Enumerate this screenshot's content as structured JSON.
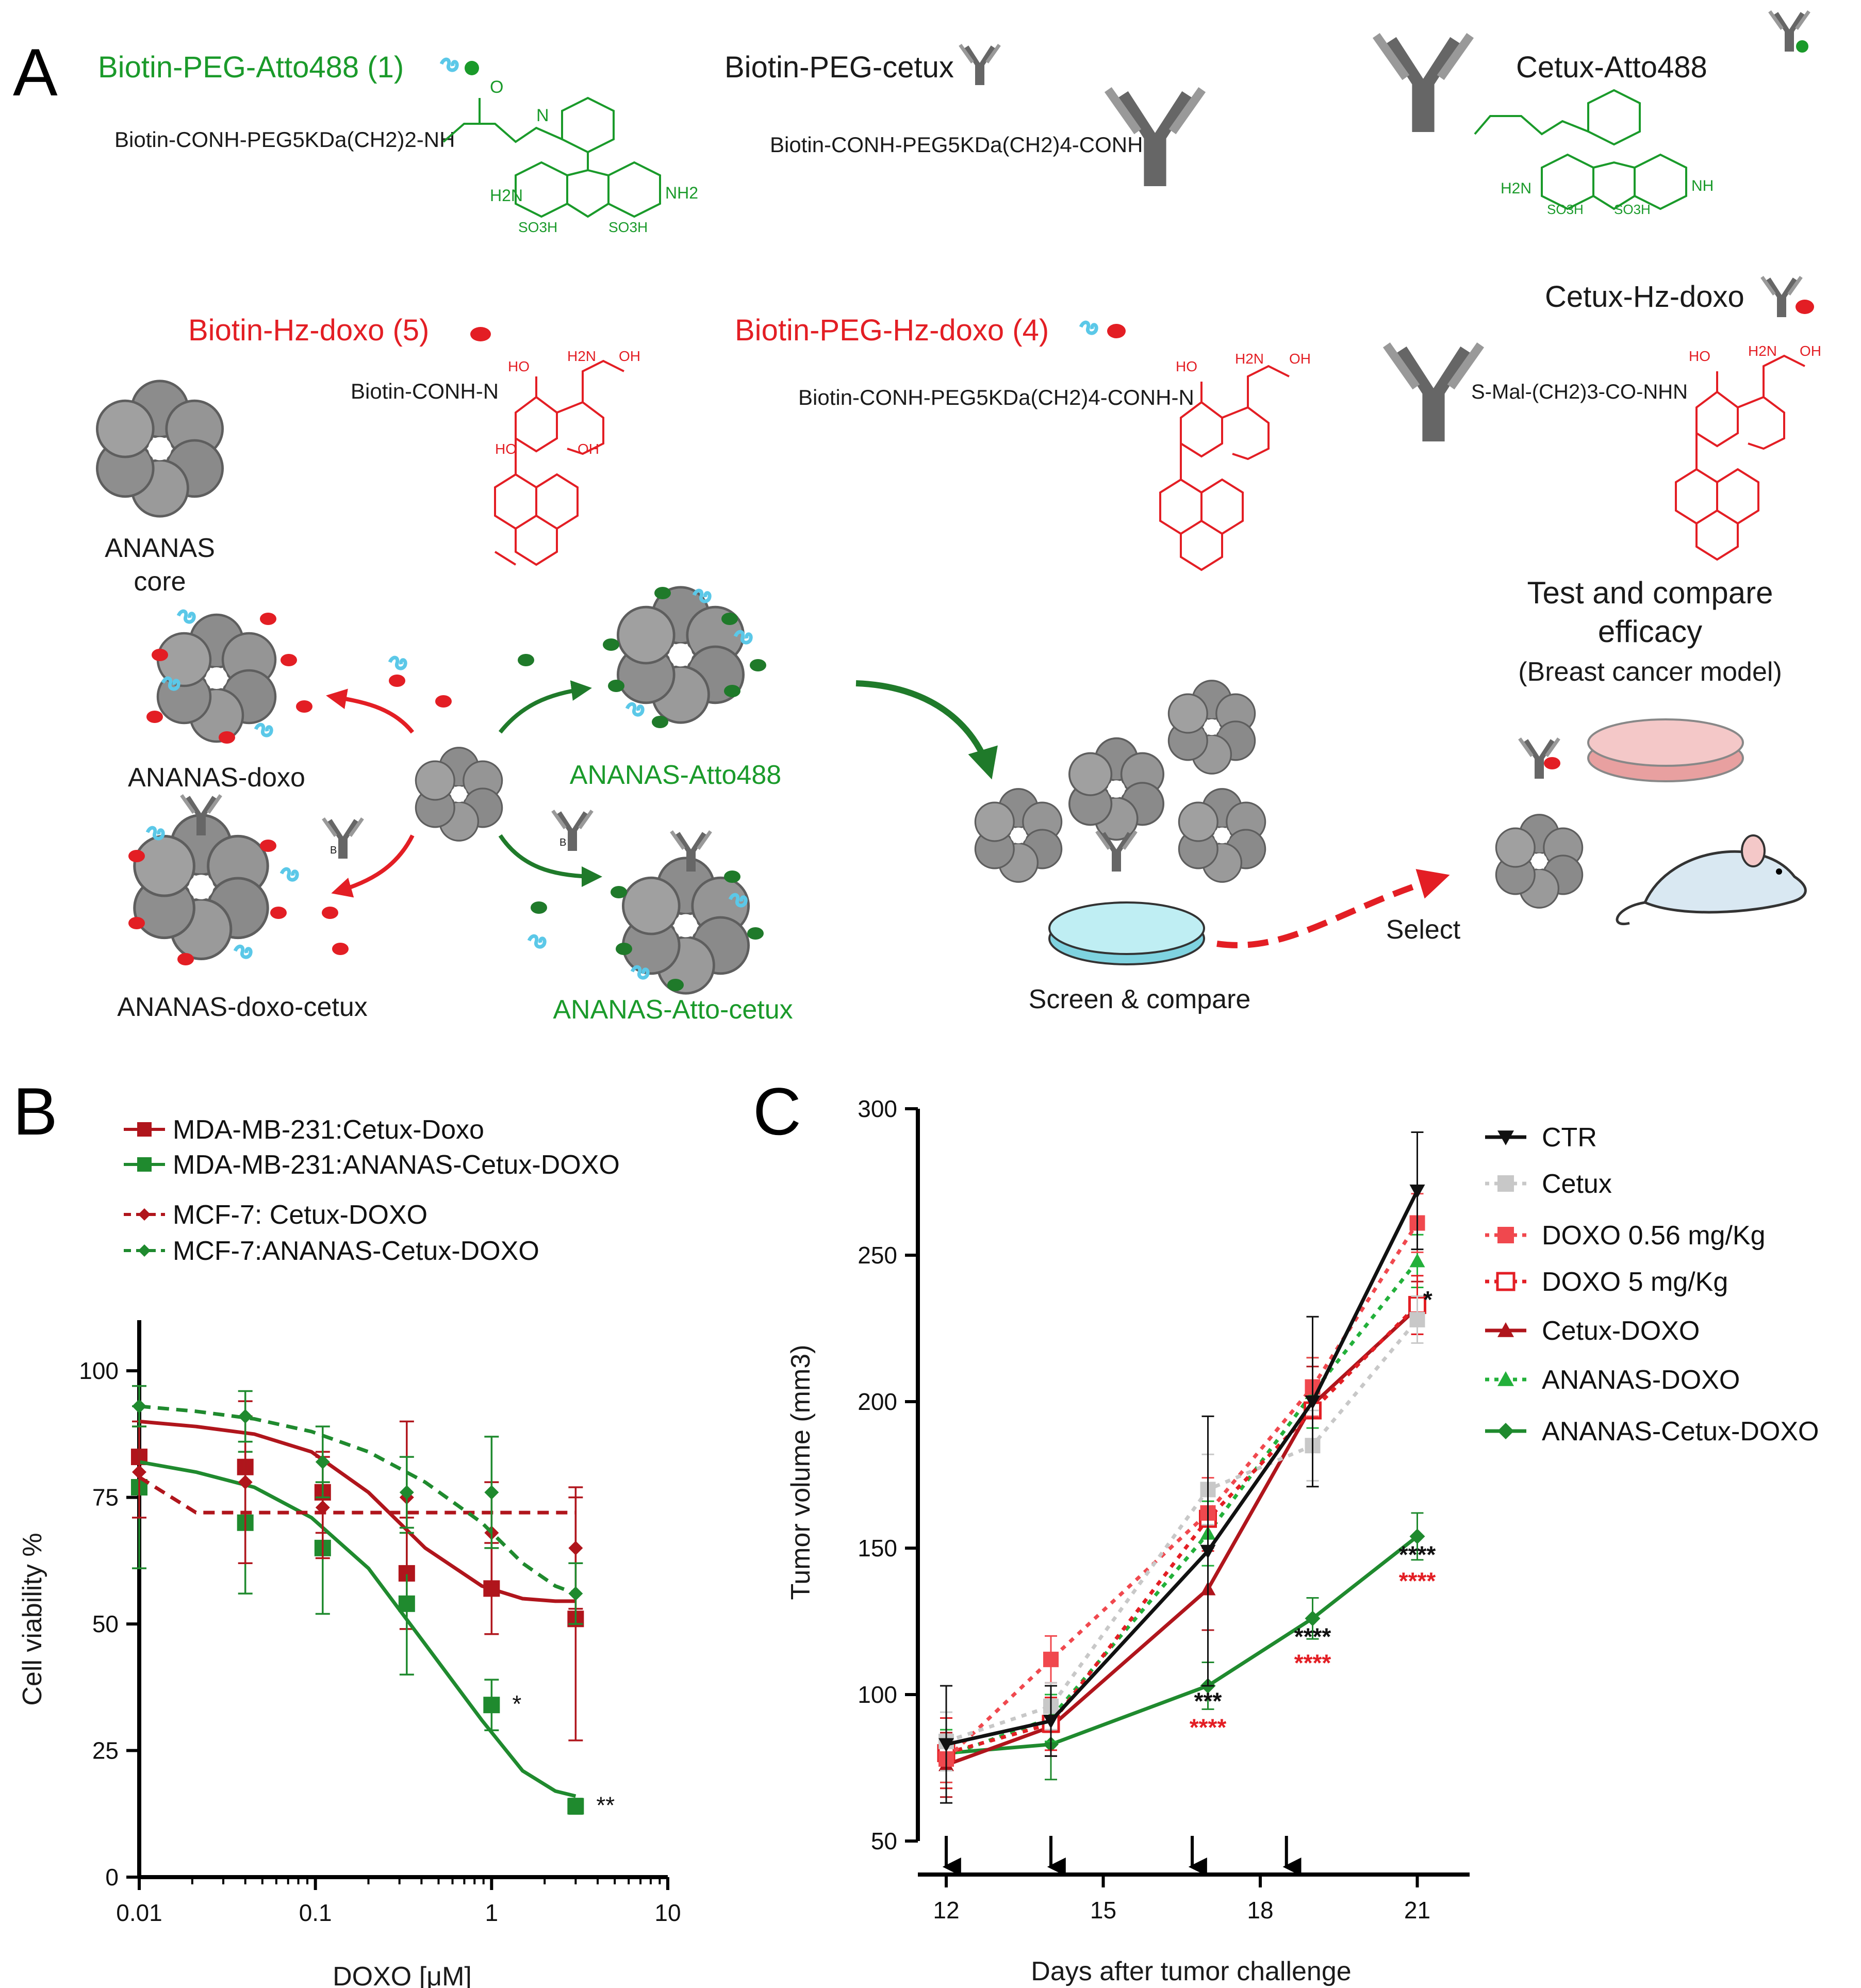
{
  "panels": {
    "a": "A",
    "b": "B",
    "c": "C"
  },
  "panel_a": {
    "reagents": {
      "biotin_peg_atto": "Biotin-PEG-Atto488 (1)",
      "biotin_peg_atto_formula": "Biotin-CONH-PEG5KDa(CH2)2-NH",
      "biotin_peg_cetux": "Biotin-PEG-cetux",
      "biotin_peg_cetux_formula": "Biotin-CONH-PEG5KDa(CH2)4-CONH",
      "cetux_atto": "Cetux-Atto488",
      "biotin_hz_doxo": "Biotin-Hz-doxo (5)",
      "biotin_hz_doxo_formula": "Biotin-CONH-N",
      "biotin_peg_hz_doxo": "Biotin-PEG-Hz-doxo (4)",
      "biotin_peg_hz_doxo_formula": "Biotin-CONH-PEG5KDa(CH2)4-CONH-N",
      "cetux_hz_doxo": "Cetux-Hz-doxo",
      "cetux_hz_doxo_formula": "S-Mal-(CH2)3-CO-NHN"
    },
    "chem_labels": {
      "nh2": "NH2",
      "h2n": "H2N",
      "so3h": "SO3H",
      "nh": "NH",
      "oh": "OH",
      "ho": "HO",
      "o": "O",
      "n": "N",
      "b": "B"
    },
    "nanoparticles": {
      "core": "ANANAS",
      "core_sub": "core",
      "doxo": "ANANAS-doxo",
      "doxo_cetux": "ANANAS-doxo-cetux",
      "atto": "ANANAS-Atto488",
      "atto_cetux": "ANANAS-Atto-cetux"
    },
    "workflow": {
      "screen": "Screen & compare",
      "select": "Select",
      "test_line1": "Test and compare",
      "test_line2": "efficacy",
      "test_line3": "(Breast cancer model)"
    },
    "colors": {
      "green": "#1a9a2a",
      "red": "#e31e24",
      "blue": "#5bc8e8",
      "grey": "#9a9a9a",
      "dish": "#7fd3e0",
      "mouse": "#d9e8f2"
    }
  },
  "chart_data": [
    {
      "type": "line",
      "scale_x": "log",
      "xlabel": "DOXO [μM]",
      "ylabel": "Cell viability %",
      "xlim": [
        0.01,
        10
      ],
      "ylim": [
        0,
        110
      ],
      "x_ticks": [
        "0.01",
        "0.1",
        "1",
        "10"
      ],
      "y_ticks": [
        "0",
        "25",
        "50",
        "75",
        "100"
      ],
      "legend_position": "top",
      "series": [
        {
          "name": "MDA-MB-231:Cetux-Doxo",
          "color": "#b0151c",
          "dash": false,
          "marker": "square",
          "x": [
            0.01,
            0.04,
            0.11,
            0.33,
            1,
            3
          ],
          "y": [
            83,
            81,
            76,
            60,
            57,
            51
          ],
          "err": [
            7,
            10,
            8,
            11,
            9,
            24
          ],
          "fit": [
            90,
            89,
            87.5,
            84,
            76,
            65,
            57.5,
            55,
            54.5,
            54.5
          ]
        },
        {
          "name": "MDA-MB-231:ANANAS-Cetux-DOXO",
          "color": "#1f8a2e",
          "dash": false,
          "marker": "square",
          "x": [
            0.01,
            0.04,
            0.11,
            0.33,
            1,
            3
          ],
          "y": [
            77,
            70,
            65,
            54,
            34,
            14
          ],
          "err": [
            16,
            14,
            13,
            14,
            5,
            1.5
          ],
          "fit": [
            82,
            80,
            77,
            71,
            61,
            46,
            31,
            21,
            17,
            16
          ]
        },
        {
          "name": "MCF-7: Cetux-DOXO",
          "color": "#b0151c",
          "dash": true,
          "marker": "diamond",
          "x": [
            0.01,
            0.04,
            0.11,
            0.33,
            1,
            3
          ],
          "y": [
            80,
            78,
            73,
            75,
            68,
            65
          ],
          "err": [
            9,
            16,
            10,
            15,
            10,
            12
          ],
          "fit": [
            79,
            72,
            72,
            72,
            72,
            72,
            72,
            72,
            72,
            72
          ]
        },
        {
          "name": "MCF-7:ANANAS-Cetux-DOXO",
          "color": "#1f8a2e",
          "dash": true,
          "marker": "diamond",
          "x": [
            0.01,
            0.04,
            0.11,
            0.33,
            1,
            3
          ],
          "y": [
            93,
            91,
            82,
            76,
            76,
            56
          ],
          "err": [
            4,
            5,
            7,
            7,
            11,
            6
          ],
          "fit": [
            93,
            92,
            90.5,
            88,
            84,
            78,
            70,
            62,
            57.5,
            56
          ]
        }
      ],
      "fit_x": [
        0.01,
        0.021,
        0.045,
        0.095,
        0.2,
        0.42,
        0.88,
        1.5,
        2.3,
        3
      ],
      "annotations": [
        {
          "x": 1,
          "y": 34,
          "text": "*"
        },
        {
          "x": 3,
          "y": 14,
          "text": "**"
        }
      ]
    },
    {
      "type": "line",
      "xlabel": "Days after tumor challenge",
      "ylabel": "Tumor volume (mm3)",
      "xlim": [
        12,
        22
      ],
      "ylim": [
        50,
        300
      ],
      "x_ticks": [
        "12",
        "15",
        "18",
        "21"
      ],
      "y_ticks": [
        "50",
        "100",
        "150",
        "200",
        "250",
        "300"
      ],
      "legend_position": "right",
      "treatment_days": [
        12,
        14,
        16.7,
        18.5
      ],
      "series": [
        {
          "name": "CTR",
          "color": "#111111",
          "marker": "triangle-down",
          "dash": false,
          "x": [
            12,
            14,
            17,
            19,
            21
          ],
          "y": [
            83,
            91,
            149,
            200,
            272
          ],
          "err": [
            20,
            12,
            46,
            29,
            20
          ]
        },
        {
          "name": "Cetux",
          "color": "#c8c8c8",
          "marker": "square",
          "dash": true,
          "x": [
            12,
            14,
            17,
            19,
            21
          ],
          "y": [
            84,
            96,
            170,
            185,
            228
          ],
          "err": [
            10,
            8,
            12,
            12,
            8
          ]
        },
        {
          "name": "DOXO 0.56 mg/Kg",
          "color": "#f0484e",
          "marker": "square",
          "dash": true,
          "x": [
            12,
            14,
            17,
            19,
            21
          ],
          "y": [
            78,
            112,
            162,
            205,
            261
          ],
          "err": [
            8,
            8,
            12,
            10,
            10
          ]
        },
        {
          "name": "DOXO 5 mg/Kg",
          "color": "#e31e24",
          "marker": "square-open",
          "dash": true,
          "x": [
            12,
            14,
            17,
            19,
            21
          ],
          "y": [
            80,
            90,
            160,
            197,
            233
          ],
          "err": [
            12,
            9,
            11,
            10,
            10
          ]
        },
        {
          "name": "Cetux-DOXO",
          "color": "#b0151c",
          "marker": "triangle-up",
          "dash": false,
          "x": [
            12,
            14,
            17,
            19,
            21
          ],
          "y": [
            76,
            89,
            136,
            199,
            232
          ],
          "err": [
            11,
            10,
            14,
            13,
            9
          ]
        },
        {
          "name": "ANANAS-DOXO",
          "color": "#22b03a",
          "marker": "triangle-up",
          "dash": true,
          "x": [
            12,
            14,
            17,
            19,
            21
          ],
          "y": [
            79,
            92,
            155,
            203,
            248
          ],
          "err": [
            9,
            8,
            11,
            12,
            9
          ]
        },
        {
          "name": "ANANAS-Cetux-DOXO",
          "color": "#1f8a2e",
          "marker": "diamond",
          "dash": false,
          "x": [
            12,
            14,
            17,
            19,
            21
          ],
          "y": [
            80,
            83,
            103,
            126,
            154
          ],
          "err": [
            12,
            12,
            8,
            7,
            8
          ]
        }
      ],
      "annotations": [
        {
          "x": 21.2,
          "y": 232,
          "text": "*",
          "color": "#111111"
        },
        {
          "x": 17,
          "y": 95,
          "text": "***",
          "color": "#111111"
        },
        {
          "x": 17,
          "y": 86,
          "text": "****",
          "color": "#e31e24"
        },
        {
          "x": 19,
          "y": 117,
          "text": "****",
          "color": "#111111"
        },
        {
          "x": 19,
          "y": 108,
          "text": "****",
          "color": "#e31e24"
        },
        {
          "x": 21,
          "y": 145,
          "text": "****",
          "color": "#111111"
        },
        {
          "x": 21,
          "y": 136,
          "text": "****",
          "color": "#e31e24"
        }
      ]
    }
  ]
}
